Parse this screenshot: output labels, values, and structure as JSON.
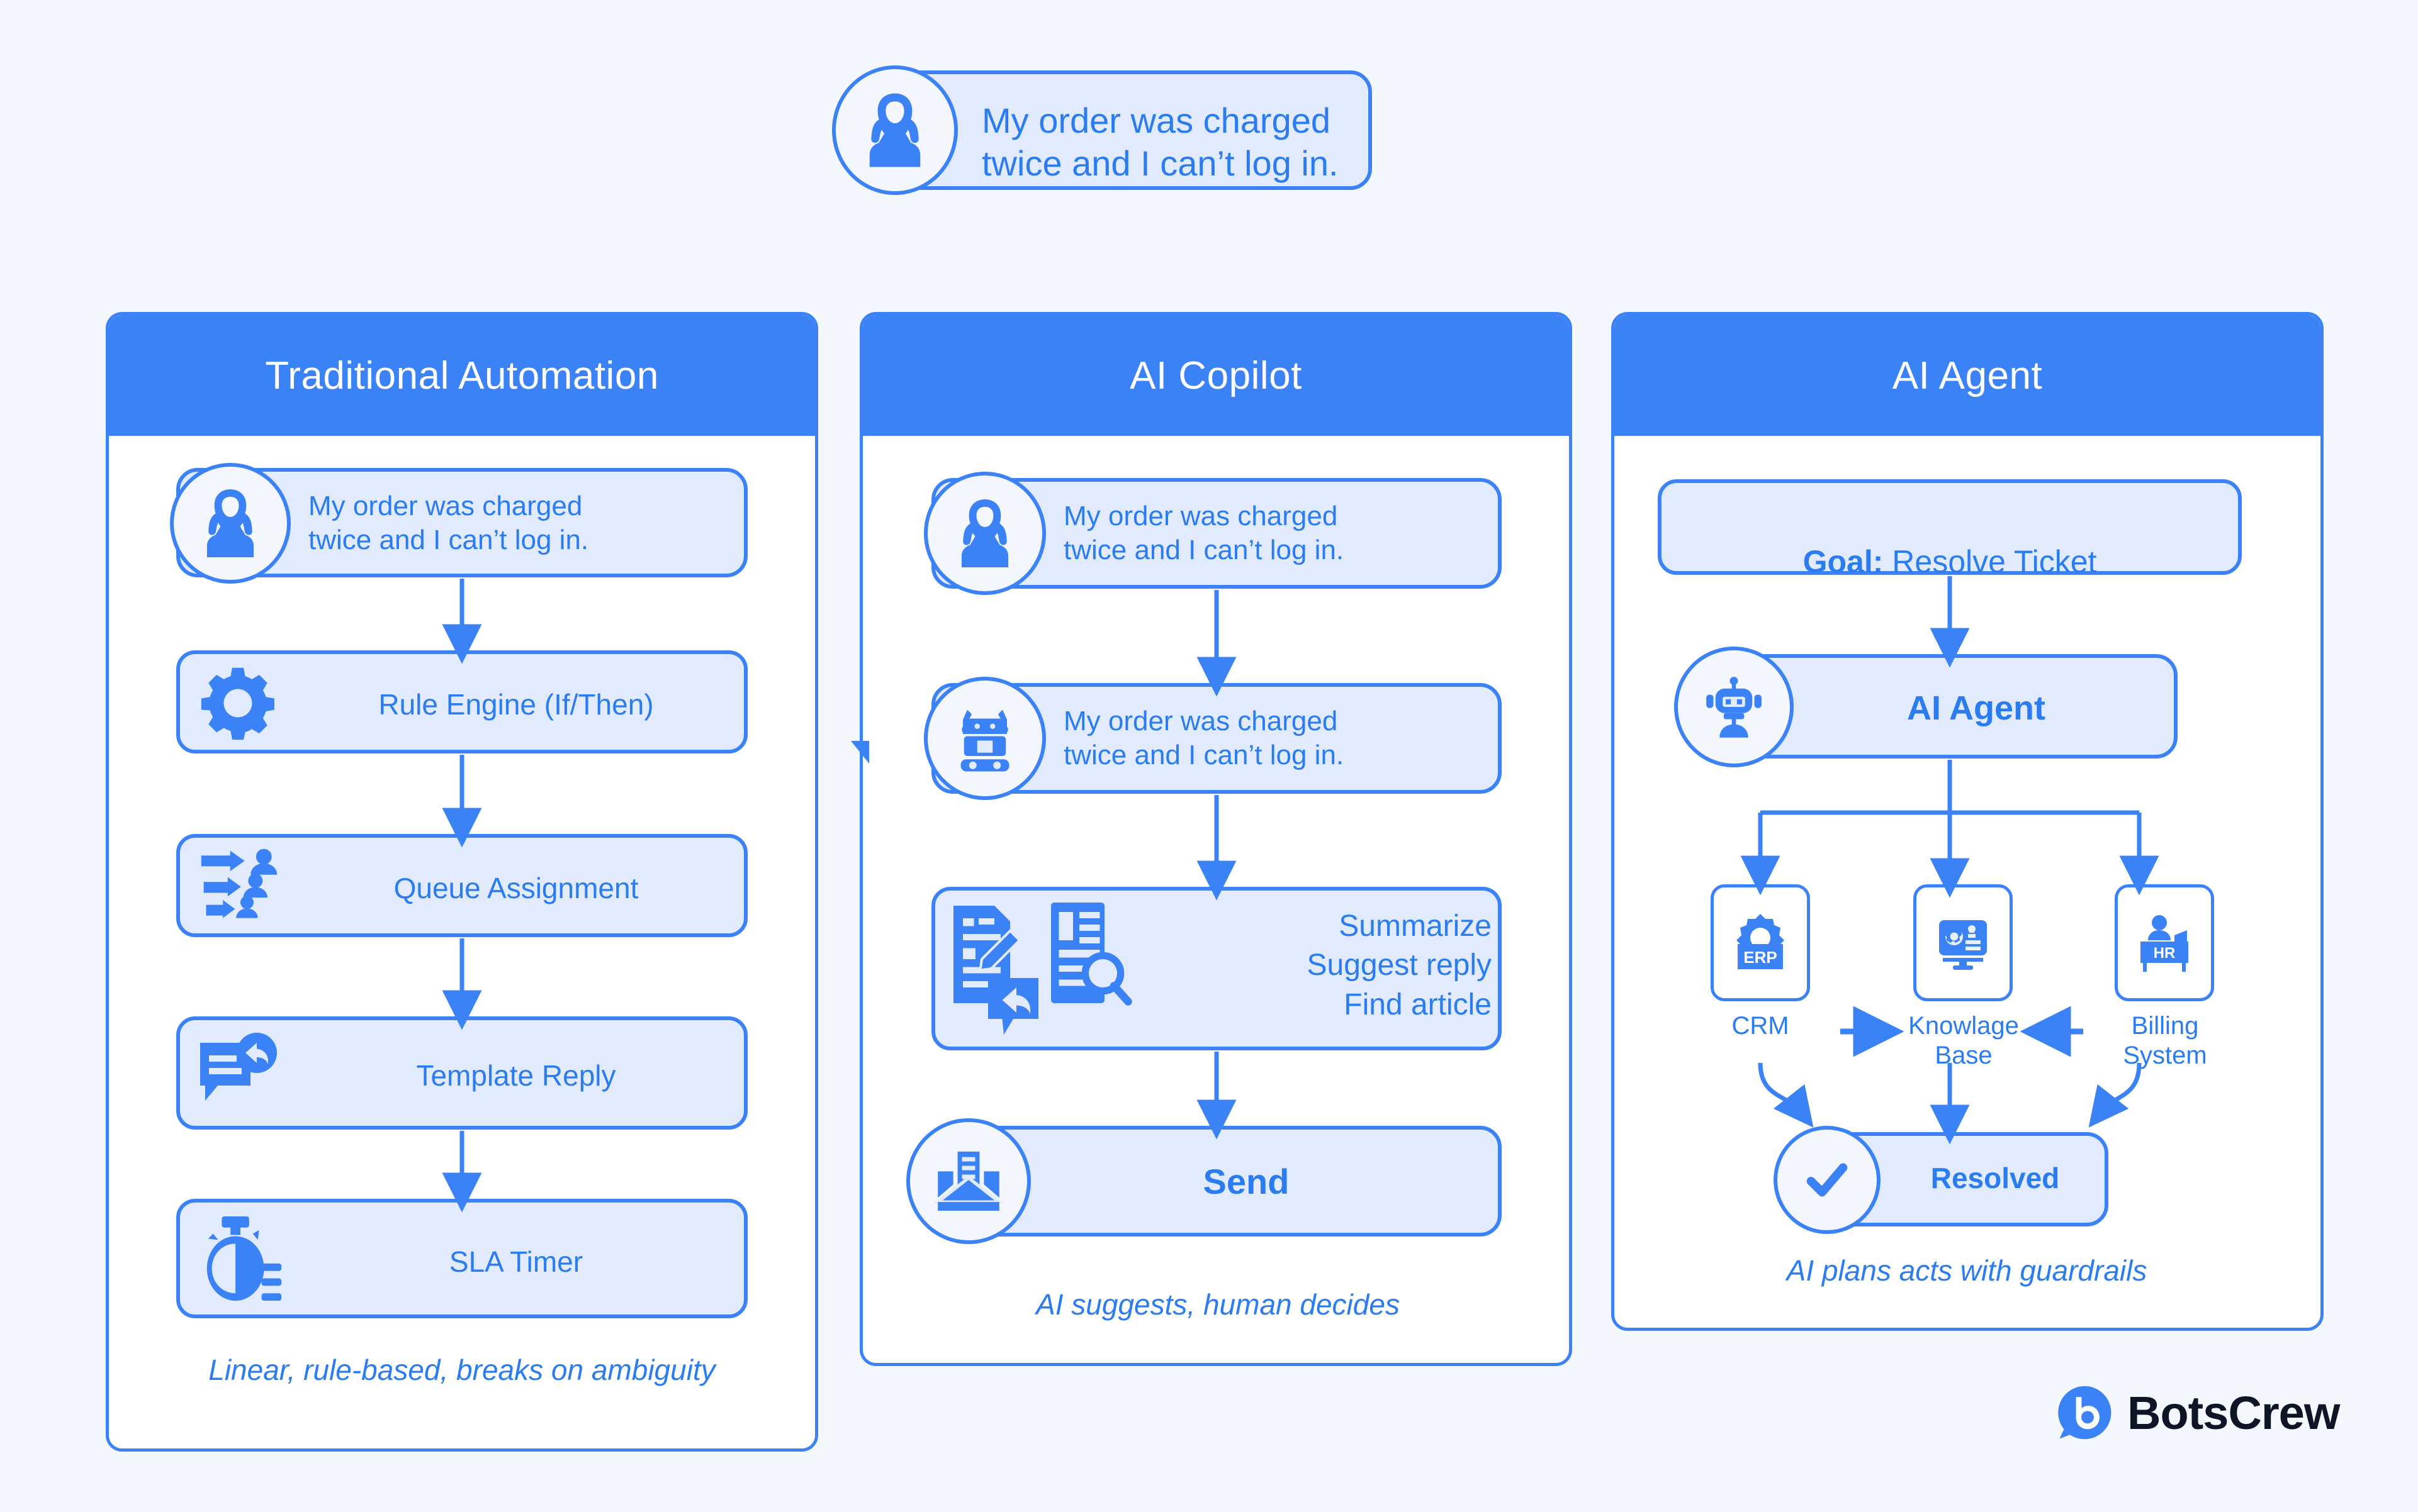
{
  "page": {
    "background": "#f4f8fc",
    "accent": "#3b82f6",
    "accent_text": "#2b7cf0",
    "box_fill": "#e1ebfd",
    "circle_fill": "#f3f7fd",
    "brand_text_color": "#0d1526"
  },
  "ticket_banner": {
    "icon": "user-woman-icon",
    "text": "My order was charged\ntwice and I can’t log in."
  },
  "columns": [
    {
      "id": "traditional-automation",
      "title": "Traditional Automation",
      "caption": "Linear, rule-based, breaks\non ambiguity",
      "steps": [
        {
          "icon": "user-woman-icon",
          "label": "My order was charged\ntwice and I can’t log in.",
          "bold": false
        },
        {
          "icon": "gear-icon",
          "label": "Rule Engine (If/Then)",
          "bold": false
        },
        {
          "icon": "queue-assignment-icon",
          "label": "Queue Assignment",
          "bold": false
        },
        {
          "icon": "template-reply-icon",
          "label": "Template Reply",
          "bold": false
        },
        {
          "icon": "stopwatch-icon",
          "label": "SLA Timer",
          "bold": false
        }
      ]
    },
    {
      "id": "ai-copilot",
      "title": "AI Copilot",
      "caption": "AI suggests, human decides",
      "steps": [
        {
          "icon": "user-woman-icon",
          "label": "My order was charged\ntwice and I can’t log in.",
          "bold": false
        },
        {
          "icon": "robot-icon",
          "label": "My order was charged\ntwice and I can’t log in.",
          "bold": false
        },
        {
          "icon": "copilot-tools-icon",
          "label": "Summarize\nSuggest reply\nFind article",
          "bold": false
        },
        {
          "icon": "envelope-icon",
          "label": "Send",
          "bold": true
        }
      ]
    },
    {
      "id": "ai-agent",
      "title": "AI Agent",
      "caption": "AI plans acts with guardrails",
      "goal": {
        "prefix": "Goal:",
        "value": "Resolve Ticket"
      },
      "agent": {
        "icon": "robot-head-icon",
        "label": "AI Agent"
      },
      "systems": [
        {
          "icon": "erp-icon",
          "badge": "ERP",
          "label": "CRM"
        },
        {
          "icon": "knowledge-base-icon",
          "badge": "",
          "label": "Knowlage\nBase"
        },
        {
          "icon": "hr-desk-icon",
          "badge": "HR",
          "label": "Billing\nSystem"
        }
      ],
      "outcome": {
        "icon": "check-icon",
        "label": "Resolved"
      }
    }
  ],
  "brand": {
    "name": "BotsCrew",
    "mark": "botscrew-logo-icon",
    "mark_letter": "b"
  }
}
